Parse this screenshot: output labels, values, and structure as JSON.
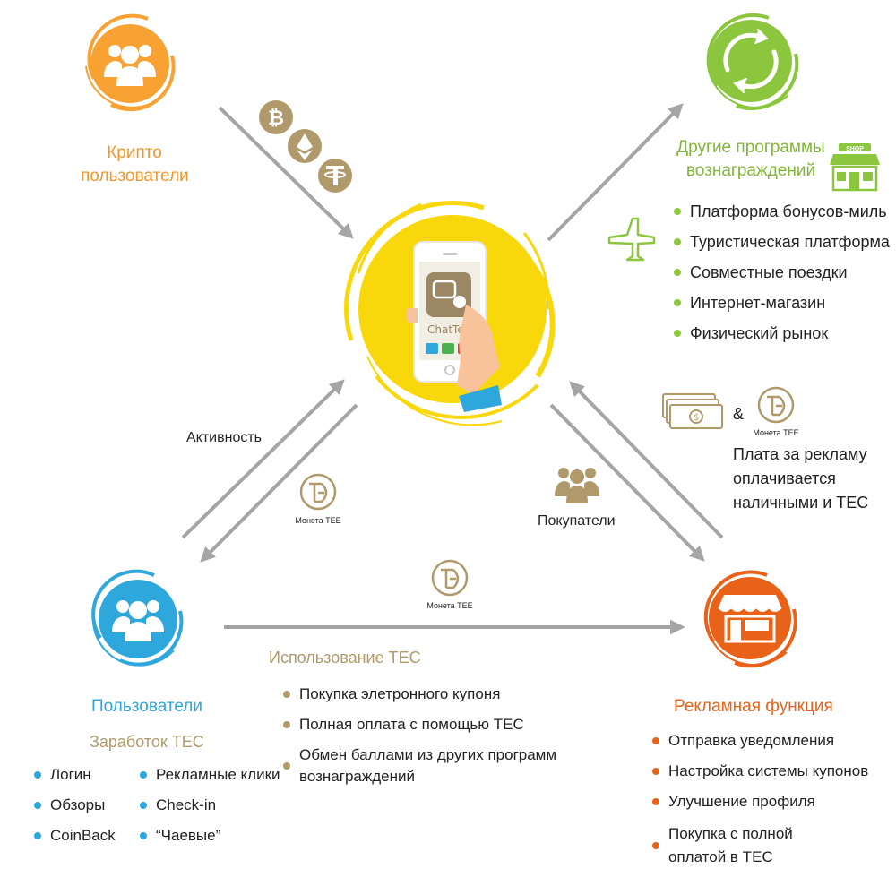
{
  "nodes": {
    "crypto_users": {
      "title": "Крипто\nпользователи"
    },
    "other_programs": {
      "title": "Другие программы\nвознаграждений",
      "shop_sign": "SHOP",
      "items": [
        "Платформа бонусов-миль",
        "Туристическая платформа",
        "Совместные поездки",
        "Интернет-магазин",
        "Физический рынок"
      ]
    },
    "app": {
      "name": "ChatTe"
    },
    "users": {
      "title": "Пользователи",
      "earnings_title": "Заработок TEC",
      "earnings_left": [
        "Логин",
        "Обзоры",
        "CoinBack"
      ],
      "earnings_right": [
        "Рекламные клики",
        "Check-in",
        "“Чаевые”"
      ]
    },
    "advertising": {
      "title": "Рекламная функция",
      "items": [
        "Отправка уведомления",
        "Настройка системы купонов",
        "Улучшение профиля",
        "Покупка с полной\nоплатой в TEC"
      ]
    }
  },
  "edges": {
    "activity": "Активность",
    "buyers": "Покупатели",
    "tec_usage_title": "Использование TEC",
    "tec_usage_items": [
      "Покупка элетронного купоня",
      "Полная оплата с помощью TEC",
      "Обмен баллами из других программ\nвознаграждений"
    ],
    "ad_payment": "Плата за рекламу\nоплачивается\nналичными и TEC",
    "amp": "&"
  },
  "coin_label": "Монета TEE",
  "colors": {
    "orange": "#f7a233",
    "green": "#8cc63f",
    "blue": "#2ea8dc",
    "red": "#e8621a",
    "yellow": "#f9d80b",
    "tan": "#b09a6c",
    "arrow": "#a5a5a5"
  }
}
